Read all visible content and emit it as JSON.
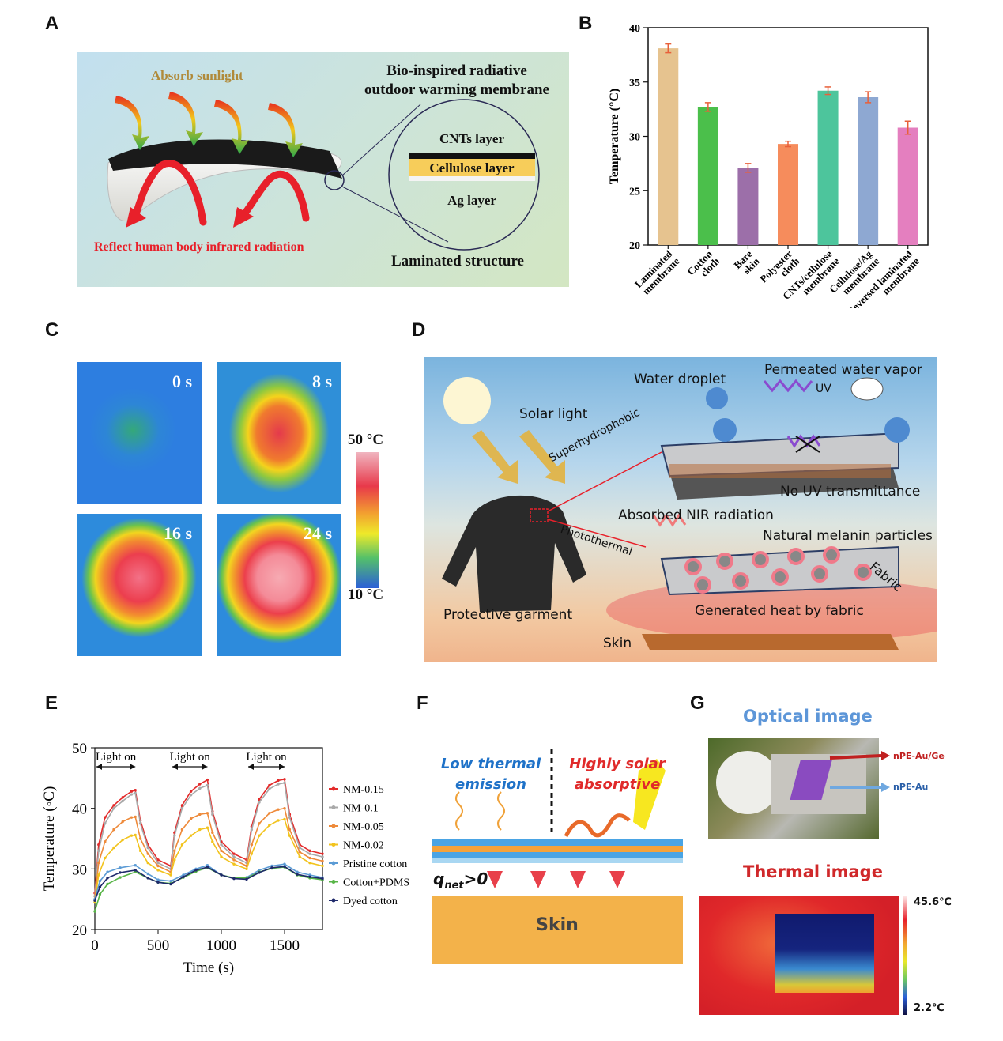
{
  "panels": {
    "a": "A",
    "b": "B",
    "c": "C",
    "d": "D",
    "e": "E",
    "f": "F",
    "g": "G"
  },
  "panel_a": {
    "absorb": "Absorb sunlight",
    "title_line1": "Bio-inspired radiative",
    "title_line2": "outdoor warming membrane",
    "layer_cnt": "CNTs layer",
    "layer_cellulose": "Cellulose layer",
    "layer_ag": "Ag layer",
    "reflect": "Reflect human body infrared radiation",
    "laminated": "Laminated structure",
    "colors": {
      "bg_start": "#c6e2ee",
      "bg_end": "#cfe5c6",
      "absorb": "#b08a3a",
      "reflect": "#e8202a"
    }
  },
  "panel_c": {
    "tiles": [
      "0 s",
      "8 s",
      "16 s",
      "24 s"
    ],
    "scale_max": "50 °C",
    "scale_min": "10 °C"
  },
  "panel_d": {
    "water_droplet": "Water droplet",
    "vapor": "Permeated water vapor",
    "uv": "UV",
    "solar": "Solar light",
    "superhydrophobic": "Superhydrophobic",
    "no_uv": "No UV transmittance",
    "nir": "Absorbed NIR radiation",
    "melanin": "Natural melanin particles",
    "photothermal": "Photothermal",
    "fabric": "Fabric",
    "garment": "Protective garment",
    "heat": "Generated heat by fabric",
    "skin": "Skin"
  },
  "panel_f": {
    "low1": "Low thermal",
    "low2": "emission",
    "high1": "Highly solar",
    "high2": "absorptive",
    "qnet": "q",
    "qnet_sub": "net",
    "qnet_rest": ">0",
    "skin": "Skin"
  },
  "panel_g": {
    "optical": "Optical image",
    "thermal": "Thermal image",
    "label_ge": "nPE-Au/Ge",
    "label_au": "nPE-Au",
    "scale_max": "45.6℃",
    "scale_min": "2.2℃"
  },
  "chart_data": [
    {
      "type": "bar",
      "panel": "B",
      "categories": [
        "Laminated membrane",
        "Cotton cloth",
        "Bare skin",
        "Polyester cloth",
        "CNTs/cellulose membrane",
        "Cellulose/Ag membrane",
        "Reversed laminated membrane"
      ],
      "values": [
        38.1,
        32.7,
        27.1,
        29.3,
        34.2,
        33.6,
        30.8
      ],
      "errors": [
        0.4,
        0.4,
        0.4,
        0.25,
        0.35,
        0.5,
        0.6
      ],
      "colors": [
        "#e6c38f",
        "#4bbf4b",
        "#9c6fa9",
        "#f68c5c",
        "#4dc59c",
        "#8ea8d2",
        "#e47fbf"
      ],
      "ylabel": "Temperature (°C)",
      "ylim": [
        20,
        40
      ],
      "yticks": [
        20,
        25,
        30,
        35,
        40
      ]
    },
    {
      "type": "line",
      "panel": "E",
      "xlabel": "Time (s)",
      "ylabel": "Temperature (◦C)",
      "xlim": [
        0,
        1800
      ],
      "ylim": [
        20,
        50
      ],
      "xticks": [
        0,
        500,
        1000,
        1500
      ],
      "yticks": [
        20,
        30,
        40,
        50
      ],
      "annotations": [
        "Light on",
        "Light on",
        "Light on"
      ],
      "series": [
        {
          "name": "NM-0.15",
          "color": "#e32a2a",
          "points": [
            [
              0,
              26
            ],
            [
              30,
              34
            ],
            [
              80,
              38.5
            ],
            [
              150,
              40.5
            ],
            [
              220,
              41.8
            ],
            [
              290,
              42.8
            ],
            [
              320,
              43
            ],
            [
              360,
              38
            ],
            [
              420,
              34
            ],
            [
              500,
              31.5
            ],
            [
              600,
              30.5
            ],
            [
              630,
              36
            ],
            [
              690,
              40.5
            ],
            [
              760,
              42.8
            ],
            [
              830,
              44
            ],
            [
              890,
              44.7
            ],
            [
              930,
              39.5
            ],
            [
              1000,
              34.5
            ],
            [
              1100,
              32.5
            ],
            [
              1200,
              31.5
            ],
            [
              1240,
              37
            ],
            [
              1300,
              41.5
            ],
            [
              1380,
              43.8
            ],
            [
              1450,
              44.6
            ],
            [
              1500,
              44.8
            ],
            [
              1540,
              39
            ],
            [
              1620,
              34
            ],
            [
              1700,
              33
            ],
            [
              1800,
              32.5
            ]
          ]
        },
        {
          "name": "NM-0.1",
          "color": "#a9a9a9",
          "points": [
            [
              0,
              25.5
            ],
            [
              30,
              33
            ],
            [
              80,
              37.5
            ],
            [
              150,
              40
            ],
            [
              220,
              41.2
            ],
            [
              290,
              42.3
            ],
            [
              320,
              42.5
            ],
            [
              360,
              37.5
            ],
            [
              420,
              33.5
            ],
            [
              500,
              31
            ],
            [
              600,
              30
            ],
            [
              630,
              35.5
            ],
            [
              690,
              40
            ],
            [
              760,
              42.2
            ],
            [
              830,
              43.3
            ],
            [
              890,
              43.8
            ],
            [
              930,
              39
            ],
            [
              1000,
              34
            ],
            [
              1100,
              32
            ],
            [
              1200,
              31
            ],
            [
              1240,
              36.5
            ],
            [
              1300,
              41
            ],
            [
              1380,
              43.2
            ],
            [
              1450,
              44
            ],
            [
              1500,
              44.2
            ],
            [
              1540,
              38.5
            ],
            [
              1620,
              33.5
            ],
            [
              1700,
              32.5
            ],
            [
              1800,
              32
            ]
          ]
        },
        {
          "name": "NM-0.05",
          "color": "#ee8a3a",
          "points": [
            [
              0,
              25
            ],
            [
              30,
              31
            ],
            [
              80,
              34.5
            ],
            [
              150,
              36.5
            ],
            [
              220,
              37.8
            ],
            [
              290,
              38.5
            ],
            [
              320,
              38.6
            ],
            [
              360,
              35
            ],
            [
              420,
              32.5
            ],
            [
              500,
              30.5
            ],
            [
              600,
              29.5
            ],
            [
              630,
              33
            ],
            [
              690,
              36.5
            ],
            [
              760,
              38.3
            ],
            [
              830,
              39
            ],
            [
              890,
              39.2
            ],
            [
              930,
              36
            ],
            [
              1000,
              33
            ],
            [
              1100,
              31.5
            ],
            [
              1200,
              30.5
            ],
            [
              1240,
              34
            ],
            [
              1300,
              37.5
            ],
            [
              1380,
              39.2
            ],
            [
              1450,
              39.8
            ],
            [
              1500,
              40
            ],
            [
              1540,
              36.5
            ],
            [
              1620,
              32.8
            ],
            [
              1700,
              31.8
            ],
            [
              1800,
              31.3
            ]
          ]
        },
        {
          "name": "NM-0.02",
          "color": "#f2c31c",
          "points": [
            [
              0,
              24.5
            ],
            [
              30,
              29
            ],
            [
              80,
              31.8
            ],
            [
              150,
              33.5
            ],
            [
              220,
              34.8
            ],
            [
              290,
              35.5
            ],
            [
              320,
              35.6
            ],
            [
              360,
              33
            ],
            [
              420,
              31
            ],
            [
              500,
              29.8
            ],
            [
              600,
              29
            ],
            [
              630,
              31.5
            ],
            [
              690,
              34
            ],
            [
              760,
              35.5
            ],
            [
              830,
              36.5
            ],
            [
              890,
              36.8
            ],
            [
              930,
              34.5
            ],
            [
              1000,
              32
            ],
            [
              1100,
              30.8
            ],
            [
              1200,
              30
            ],
            [
              1240,
              32.5
            ],
            [
              1300,
              35.5
            ],
            [
              1380,
              37.2
            ],
            [
              1450,
              38
            ],
            [
              1500,
              38.2
            ],
            [
              1540,
              35.5
            ],
            [
              1620,
              32
            ],
            [
              1700,
              31
            ],
            [
              1800,
              30.5
            ]
          ]
        },
        {
          "name": "Pristine cotton",
          "color": "#5b9bd5",
          "points": [
            [
              0,
              25
            ],
            [
              40,
              28
            ],
            [
              100,
              29.5
            ],
            [
              200,
              30.2
            ],
            [
              320,
              30.6
            ],
            [
              420,
              29.2
            ],
            [
              500,
              28.2
            ],
            [
              600,
              28
            ],
            [
              700,
              29
            ],
            [
              800,
              30
            ],
            [
              890,
              30.6
            ],
            [
              1000,
              29
            ],
            [
              1100,
              28.5
            ],
            [
              1200,
              28.6
            ],
            [
              1300,
              29.8
            ],
            [
              1400,
              30.5
            ],
            [
              1500,
              30.8
            ],
            [
              1600,
              29.5
            ],
            [
              1700,
              29
            ],
            [
              1800,
              28.6
            ]
          ]
        },
        {
          "name": "Cotton+PDMS",
          "color": "#58b547",
          "points": [
            [
              0,
              23
            ],
            [
              40,
              25.8
            ],
            [
              100,
              27.5
            ],
            [
              200,
              28.6
            ],
            [
              320,
              29.5
            ],
            [
              420,
              28.5
            ],
            [
              500,
              27.8
            ],
            [
              600,
              27.6
            ],
            [
              700,
              28.6
            ],
            [
              800,
              29.6
            ],
            [
              890,
              30.2
            ],
            [
              1000,
              29
            ],
            [
              1100,
              28.5
            ],
            [
              1200,
              28.5
            ],
            [
              1300,
              29.5
            ],
            [
              1400,
              30.1
            ],
            [
              1500,
              30.3
            ],
            [
              1600,
              29
            ],
            [
              1700,
              28.5
            ],
            [
              1800,
              28.2
            ]
          ]
        },
        {
          "name": "Dyed cotton",
          "color": "#1f2a6b",
          "points": [
            [
              0,
              24.8
            ],
            [
              40,
              27
            ],
            [
              100,
              28.5
            ],
            [
              200,
              29.4
            ],
            [
              320,
              29.8
            ],
            [
              420,
              28.5
            ],
            [
              500,
              27.8
            ],
            [
              600,
              27.5
            ],
            [
              700,
              28.7
            ],
            [
              800,
              29.8
            ],
            [
              890,
              30.3
            ],
            [
              1000,
              29
            ],
            [
              1100,
              28.4
            ],
            [
              1200,
              28.3
            ],
            [
              1300,
              29.4
            ],
            [
              1400,
              30.2
            ],
            [
              1500,
              30.4
            ],
            [
              1600,
              29.1
            ],
            [
              1700,
              28.7
            ],
            [
              1800,
              28.4
            ]
          ]
        }
      ]
    }
  ]
}
